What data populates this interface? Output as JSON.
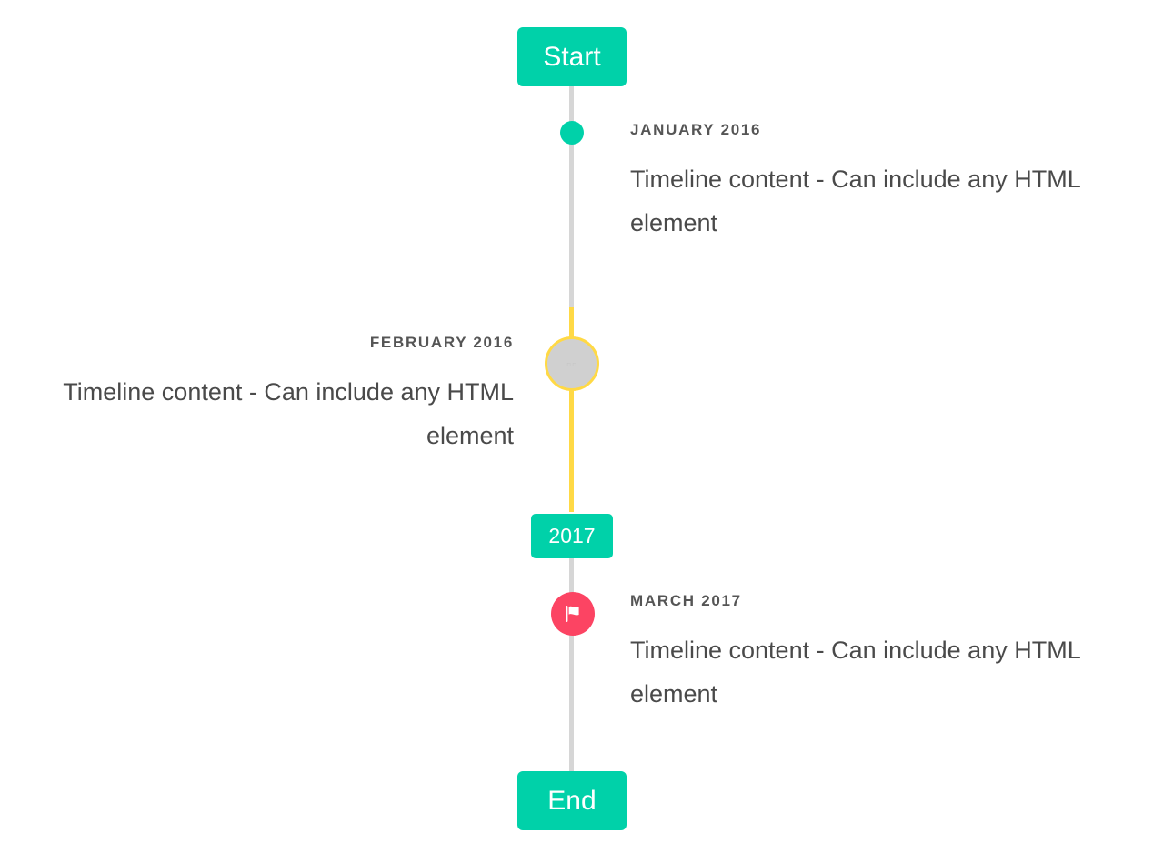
{
  "theme": {
    "accent_teal": "#00d1a9",
    "accent_yellow": "#ffd945",
    "accent_pink": "#fc4463",
    "rail_gray": "#d6d6d6",
    "marker_gray": "#d0d0d0",
    "date_text": "#555555",
    "body_text": "#4a4a4a",
    "badge_text": "#ffffff",
    "background": "#ffffff"
  },
  "timeline": {
    "start_cap": {
      "label": "Start"
    },
    "end_cap": {
      "label": "End"
    },
    "year_marker": {
      "label": "2017"
    },
    "entries": [
      {
        "date": "JANUARY 2016",
        "body": "Timeline content - Can include any HTML element",
        "side": "right",
        "marker": "dot-icon"
      },
      {
        "date": "FEBRUARY 2016",
        "body": "Timeline content - Can include any HTML element",
        "side": "left",
        "marker": "placeholder-glyph-icon",
        "glyph": "▫▫"
      },
      {
        "date": "MARCH 2017",
        "body": "Timeline content - Can include any HTML element",
        "side": "right",
        "marker": "flag-icon"
      }
    ]
  }
}
